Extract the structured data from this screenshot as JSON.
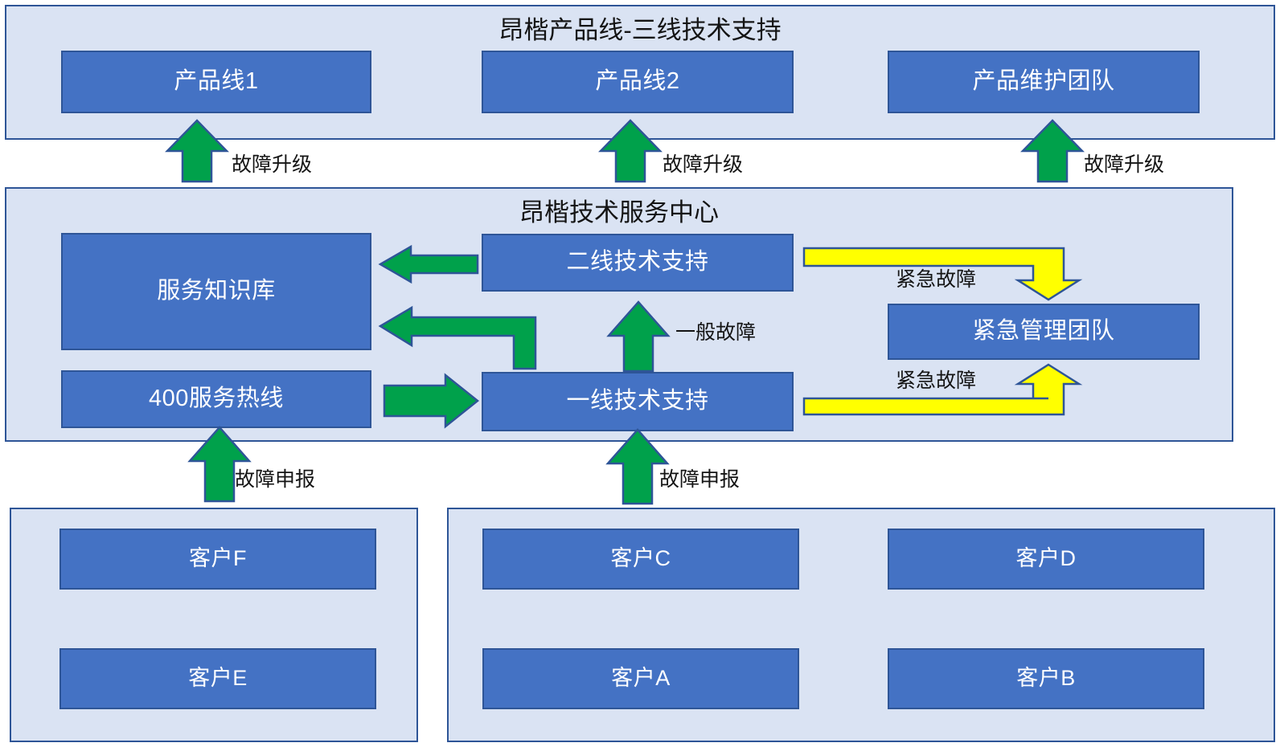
{
  "diagram": {
    "title_color": "#141414",
    "node_fill": "#4472C4",
    "node_stroke": "#2E5597",
    "panel_fill": "#DAE3F3",
    "arrow_green": "#00A14B",
    "arrow_yellow": "#FFFF00",
    "arrow_stroke": "#2E5597"
  },
  "top_group": {
    "title": "昂楷产品线-三线技术支持",
    "nodes": [
      {
        "label": "产品线1"
      },
      {
        "label": "产品线2"
      },
      {
        "label": "产品维护团队"
      }
    ]
  },
  "middle_group": {
    "title": "昂楷技术服务中心",
    "nodes": [
      {
        "label": "服务知识库"
      },
      {
        "label": "二线技术支持"
      },
      {
        "label": "紧急管理团队"
      },
      {
        "label": "400服务热线"
      },
      {
        "label": "一线技术支持"
      }
    ]
  },
  "bottom_left_group": {
    "nodes": [
      {
        "label": "客户F"
      },
      {
        "label": "客户E"
      }
    ]
  },
  "bottom_right_group": {
    "nodes": [
      {
        "label": "客户C"
      },
      {
        "label": "客户D"
      },
      {
        "label": "客户A"
      },
      {
        "label": "客户B"
      }
    ]
  },
  "edge_labels": {
    "escalation_1": "故障升级",
    "escalation_2": "故障升级",
    "escalation_3": "故障升级",
    "general_fault": "一般故障",
    "urgent_fault_down": "紧急故障",
    "urgent_fault_up": "紧急故障",
    "report_1": "故障申报",
    "report_2": "故障申报"
  }
}
